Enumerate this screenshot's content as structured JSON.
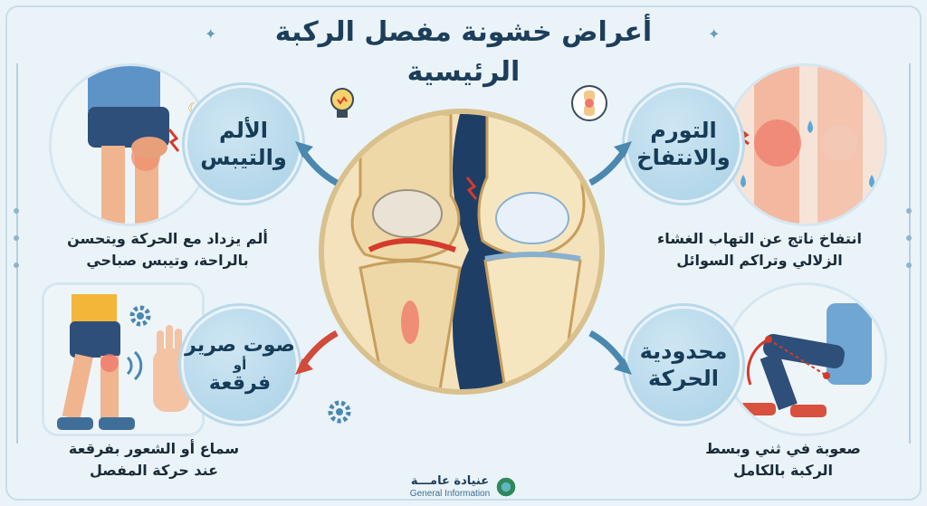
{
  "title": "أعراض خشونة مفصل الركبة الرئيسية",
  "symptoms": {
    "pain": {
      "label_line1": "الألم",
      "label_line2": "والتيبس",
      "desc_line1": "ألم يزداد مع الحركة  ويتحسن",
      "desc_line2": "بالراحة، وتيبس صباحي"
    },
    "swelling": {
      "label_line1": "التورم",
      "label_line2": "والانتفاخ",
      "desc_line1": "انتفاخ ناتج عن التهاب الغشاء",
      "desc_line2": "الزلالي وتراكم السوائل"
    },
    "crepitus": {
      "label_line1": "صوت صرير",
      "label_line2": "أو",
      "label_line3": "فرقعة",
      "desc_line1": "سماع أو الشعور بفرقعة",
      "desc_line2": "عند حركة المفصل"
    },
    "motion": {
      "label_line1": "محدودية",
      "label_line2": "الحركة",
      "desc_line1": "صعوبة في ثني وبسط",
      "desc_line2": "الركبة بالكامل"
    }
  },
  "logo": {
    "arabic": "عنيادة عامـــة",
    "english": "General Information"
  },
  "colors": {
    "title": "#1d3e5a",
    "circle_fill": "#a9d1e7",
    "arrow_blue": "#4a88b0",
    "arrow_red": "#d14a3a",
    "background": "#eaf3f8"
  },
  "icons": [
    "lightbulb-icon",
    "knee-bubble-icon",
    "gear-icon",
    "sparkle-icon",
    "logo-icon"
  ]
}
